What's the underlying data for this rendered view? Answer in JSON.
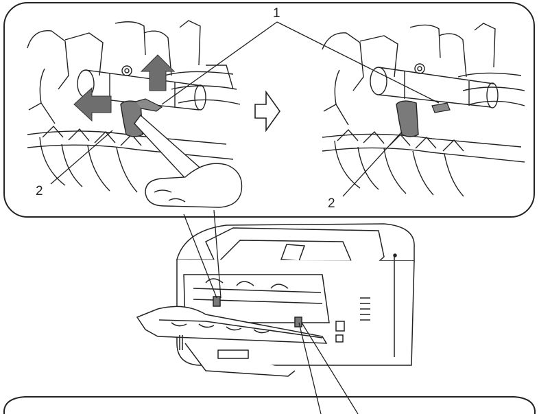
{
  "callouts": {
    "one": "1",
    "two_left": "2",
    "two_right": "2"
  },
  "actions": {
    "lift_direction": "up",
    "push_direction": "left",
    "next_step_icon": "arrow-right-outline-icon"
  },
  "colors": {
    "line": "#222222",
    "lever": "#7a7a7a",
    "arrow": "#6e6e6e",
    "panel_bg": "#ffffff"
  }
}
